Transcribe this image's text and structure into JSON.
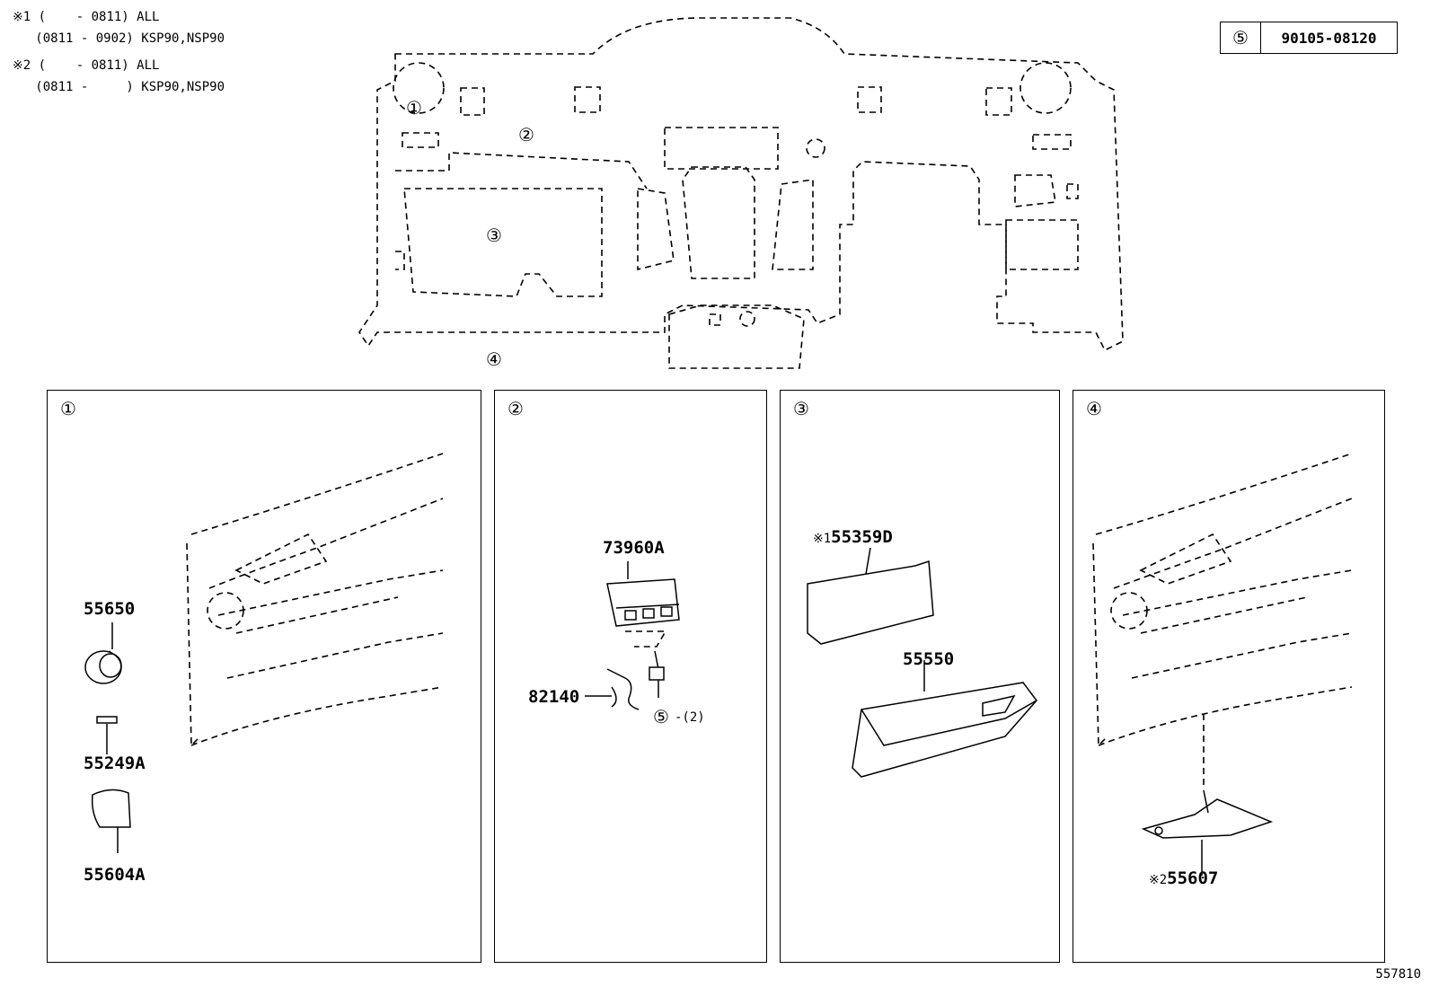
{
  "notes": {
    "line1": "※1 (    - 0811) ALL",
    "line2": "   (0811 - 0902) KSP90,NSP90",
    "line3": "※2 (    - 0811) ALL",
    "line4": "   (0811 -     ) KSP90,NSP90"
  },
  "bolt_ref": {
    "circle": "⑤",
    "part": "90105-08120"
  },
  "overview": {
    "labels": [
      "①",
      "②",
      "③",
      "④"
    ]
  },
  "panels": [
    {
      "label": "①",
      "parts": [
        "55650",
        "55249A",
        "55604A"
      ]
    },
    {
      "label": "②",
      "parts": [
        "73960A",
        "82140"
      ],
      "callout": "⑤",
      "qty": "-(2)"
    },
    {
      "label": "③",
      "mark": "※1",
      "parts": [
        "55359D",
        "55550"
      ]
    },
    {
      "label": "④",
      "mark": "※2",
      "parts": [
        "55607"
      ]
    }
  ],
  "diagram_code": "557810"
}
